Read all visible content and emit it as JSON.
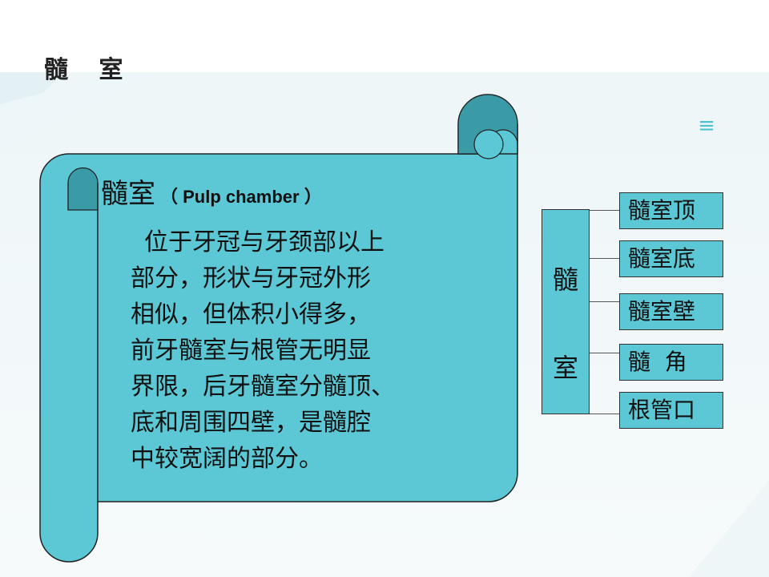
{
  "slide": {
    "title": "髓  室",
    "menu_icon": "menu-icon"
  },
  "scroll": {
    "heading_cn": "髓室",
    "heading_en": "（ Pulp chamber ）",
    "body": "位于牙冠与牙颈部以上部分，形状与牙冠外形相似，但体积小得多，前牙髓室与根管无明显界限，后牙髓室分髓顶、底和周围四壁，是髓腔中较宽阔的部分。",
    "lines": [
      "位于牙冠与牙颈部以上",
      "部分，形状与牙冠外形",
      "相似，但体积小得多，",
      "前牙髓室与根管无明显",
      "界限，后牙髓室分髓顶、",
      "底和周围四壁，是髓腔",
      "中较宽阔的部分。"
    ]
  },
  "tree": {
    "root_top": "髓",
    "root_bottom": "室",
    "leaves": [
      "髓室顶",
      "髓室底",
      "髓室壁",
      "髓  角",
      "根管口"
    ]
  },
  "colors": {
    "scroll_fill": "#5cc8d5",
    "scroll_shadow": "#3a9aa6",
    "accent": "#4dc3cf"
  }
}
